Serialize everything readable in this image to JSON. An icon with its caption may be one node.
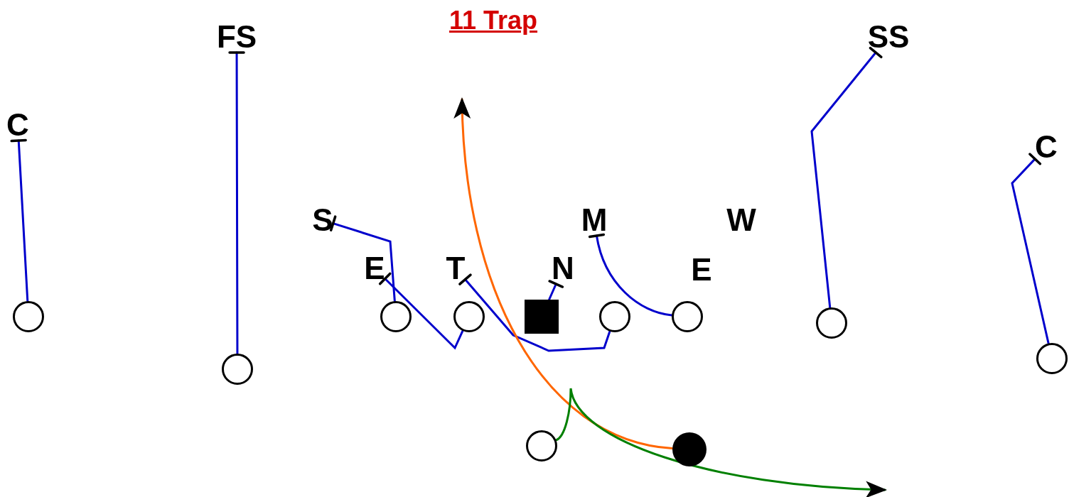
{
  "diagram": {
    "title": "11 Trap",
    "nodes": [
      {
        "text": [
          "FS"
        ]
      },
      {
        "text": [
          "SS"
        ]
      },
      {
        "text": [
          "C"
        ]
      },
      {
        "text": [
          "C"
        ]
      },
      {
        "text": [
          "S"
        ]
      },
      {
        "text": [
          "M"
        ]
      },
      {
        "text": [
          "W"
        ]
      },
      {
        "text": [
          "E"
        ]
      },
      {
        "text": [
          "T"
        ]
      },
      {
        "text": [
          "N"
        ]
      },
      {
        "text": [
          "E"
        ]
      },
      {
        "text": [],
        "shape": "circle"
      },
      {
        "text": [],
        "shape": "circle"
      },
      {
        "text": [],
        "shape": "circle"
      },
      {
        "text": [],
        "shape": "box"
      },
      {
        "text": [],
        "shape": "circle"
      },
      {
        "text": [],
        "shape": "circle"
      },
      {
        "text": [],
        "shape": "circle"
      },
      {
        "text": [],
        "shape": "circle"
      },
      {
        "text": [],
        "shape": "circle"
      },
      {
        "text": [],
        "shape": "circle"
      },
      {
        "text": [],
        "shape": "circle"
      }
    ],
    "edges": [
      {
        "from": 11,
        "to": 2,
        "arrow": "other"
      },
      {
        "from": 19,
        "to": 0,
        "arrow": "other"
      },
      {
        "from": 12,
        "to": 4,
        "arrow": "other"
      },
      {
        "from": 13,
        "to": 7,
        "arrow": "other"
      },
      {
        "from": 14,
        "to": 9,
        "arrow": "other"
      },
      {
        "from": 15,
        "to": 8,
        "arrow": "other"
      },
      {
        "from": 16,
        "to": 5,
        "arrow": "other"
      },
      {
        "from": 17,
        "to": 1,
        "arrow": "other"
      },
      {
        "from": 18,
        "to": 3,
        "arrow": "other"
      },
      {
        "from": 21,
        "to": null,
        "arrow": "to",
        "color": "#ff6600"
      },
      {
        "from": 20,
        "to": null,
        "arrow": "to",
        "color": "#008000"
      }
    ]
  }
}
